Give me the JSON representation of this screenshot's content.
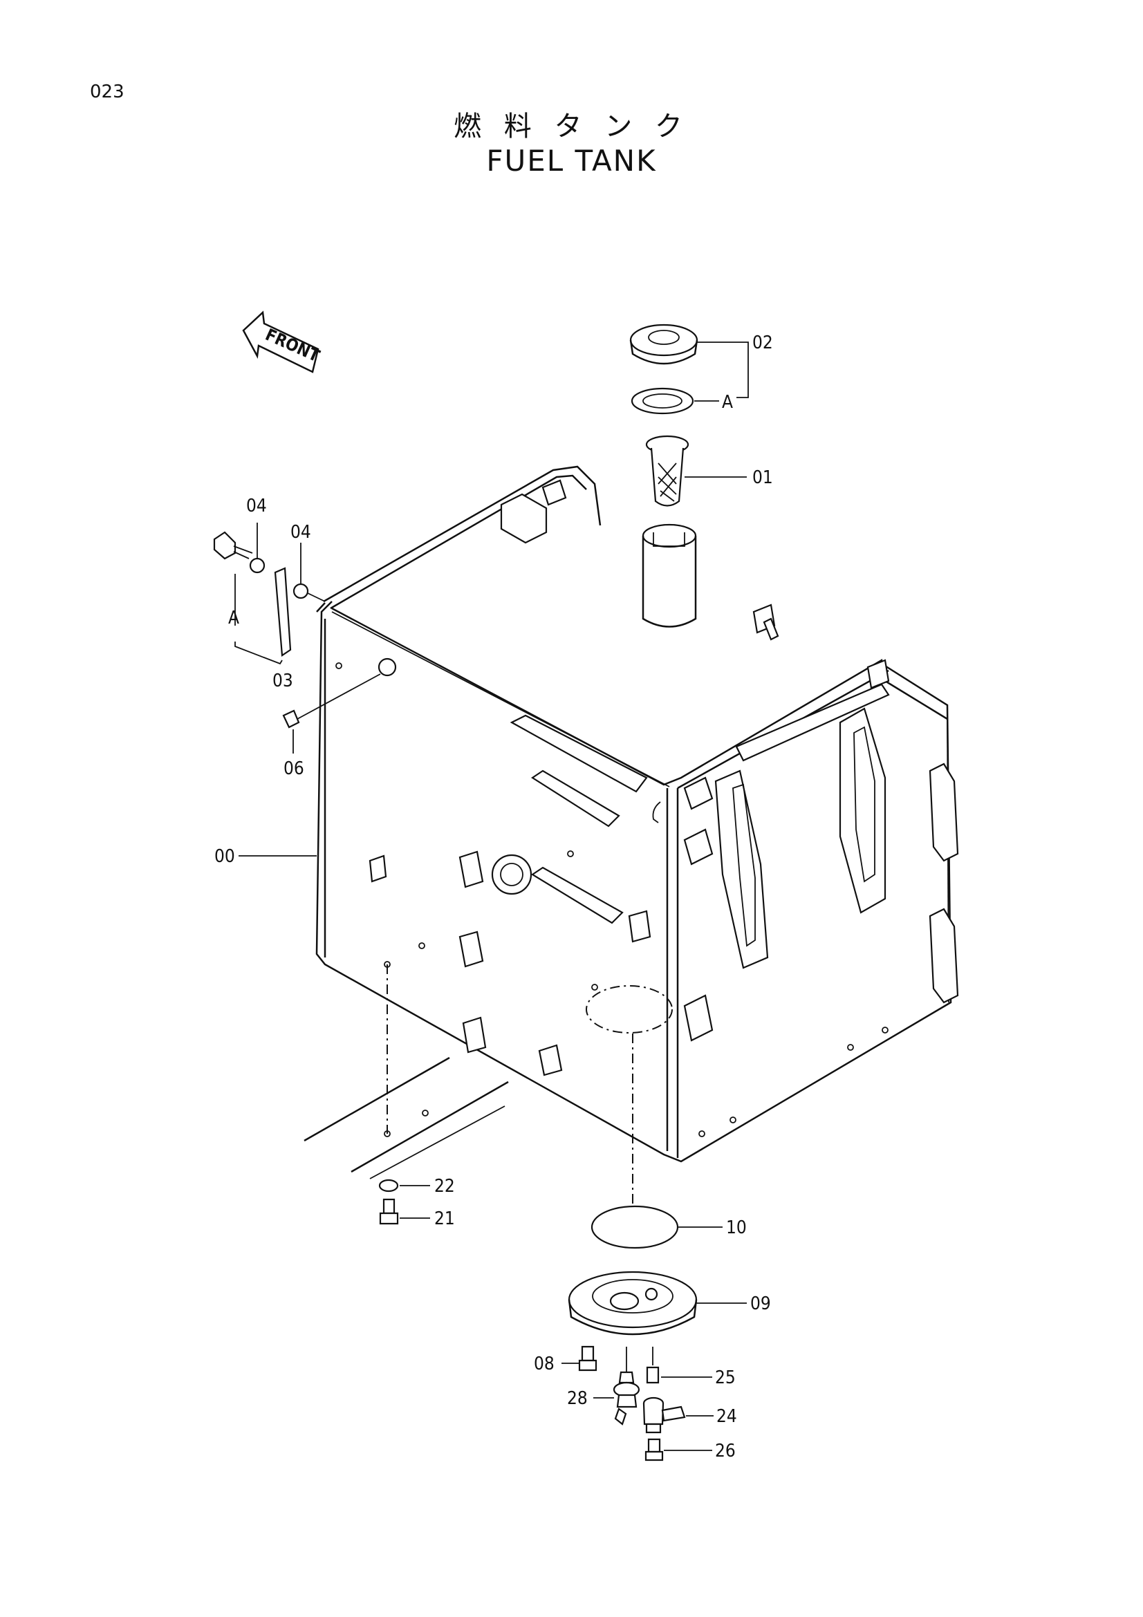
{
  "page_number": "023",
  "title_jp": "燃 料 タ ン ク",
  "title_en": "FUEL TANK",
  "front_arrow_label": "FRONT",
  "callouts": {
    "c00": "00",
    "c01": "01",
    "c02": "02",
    "c03": "03",
    "c04a": "04",
    "c04b": "04",
    "c06": "06",
    "c08": "08",
    "c09": "09",
    "c10": "10",
    "c21": "21",
    "c22": "22",
    "c24": "24",
    "c25": "25",
    "c26": "26",
    "c28": "28",
    "refA1": "A",
    "refA2": "A"
  }
}
